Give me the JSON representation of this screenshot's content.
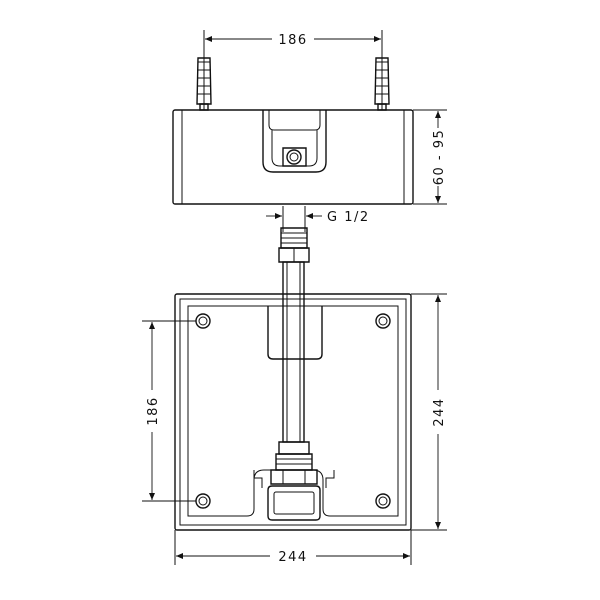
{
  "drawing": {
    "dimensions": {
      "top_width": "186",
      "box_height": "60 - 95",
      "thread": "G 1/2",
      "plate_spacing": "186",
      "plate_height": "244",
      "plate_width": "244"
    }
  }
}
